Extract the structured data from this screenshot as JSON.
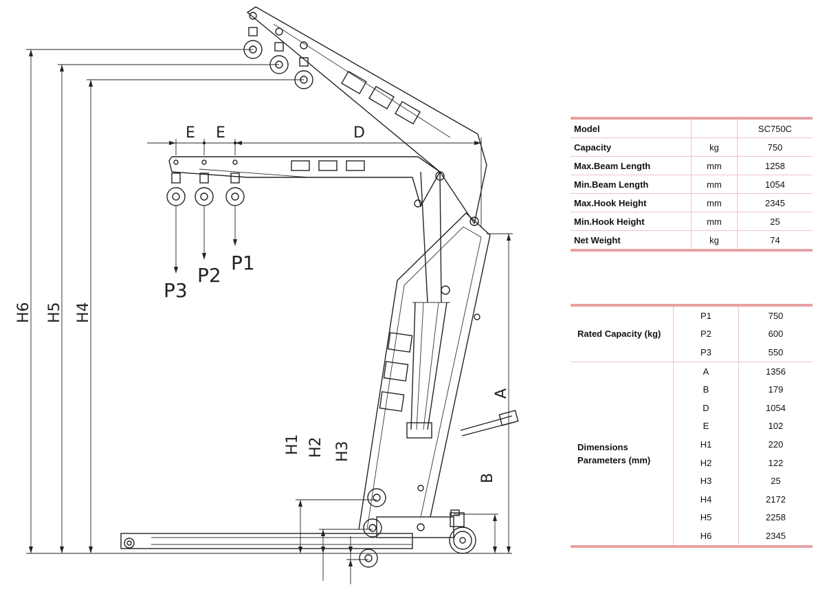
{
  "diagram": {
    "labels": {
      "P1": "P1",
      "P2": "P2",
      "P3": "P3",
      "E": "E",
      "D": "D",
      "A": "A",
      "B": "B",
      "H1": "H1",
      "H2": "H2",
      "H3": "H3",
      "H4": "H4",
      "H5": "H5",
      "H6": "H6"
    }
  },
  "spec_table": {
    "header": {
      "label": "Model",
      "unit": "",
      "value": "SC750C"
    },
    "rows": [
      {
        "label": "Capacity",
        "unit": "kg",
        "value": "750"
      },
      {
        "label": "Max.Beam Length",
        "unit": "mm",
        "value": "1258"
      },
      {
        "label": "Min.Beam Length",
        "unit": "mm",
        "value": "1054"
      },
      {
        "label": "Max.Hook Height",
        "unit": "mm",
        "value": "2345"
      },
      {
        "label": "Min.Hook Height",
        "unit": "mm",
        "value": "25"
      },
      {
        "label": "Net Weight",
        "unit": "kg",
        "value": "74"
      }
    ]
  },
  "param_table": {
    "rated_capacity": {
      "label": "Rated Capacity (kg)",
      "rows": [
        {
          "symbol": "P1",
          "value": "750"
        },
        {
          "symbol": "P2",
          "value": "600"
        },
        {
          "symbol": "P3",
          "value": "550"
        }
      ]
    },
    "dimensions": {
      "label": "Dimensions Parameters (mm)",
      "rows": [
        {
          "symbol": "A",
          "value": "1356"
        },
        {
          "symbol": "B",
          "value": "179"
        },
        {
          "symbol": "D",
          "value": "1054"
        },
        {
          "symbol": "E",
          "value": "102"
        },
        {
          "symbol": "H1",
          "value": "220"
        },
        {
          "symbol": "H2",
          "value": "122"
        },
        {
          "symbol": "H3",
          "value": "25"
        },
        {
          "symbol": "H4",
          "value": "2172"
        },
        {
          "symbol": "H5",
          "value": "2258"
        },
        {
          "symbol": "H6",
          "value": "2345"
        }
      ]
    }
  }
}
